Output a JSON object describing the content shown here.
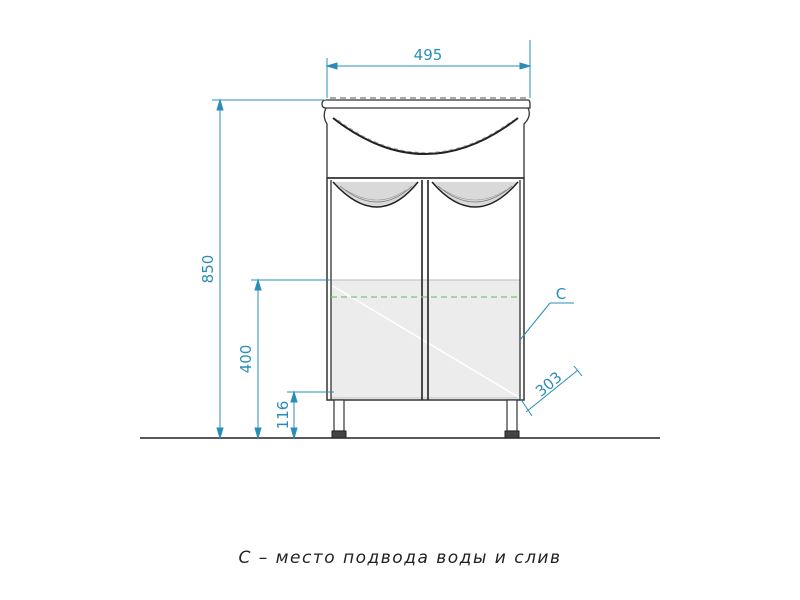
{
  "dimensions": {
    "width": "495",
    "height_total": "850",
    "water_point_height": "400",
    "leg_height": "116",
    "depth": "303"
  },
  "labels": {
    "point_c": "C"
  },
  "caption": "C – место подвода воды и слив",
  "colors": {
    "dimension": "#2a8db8",
    "outline": "#222222",
    "guide": "#7bc47b",
    "panel": "#ececec"
  }
}
